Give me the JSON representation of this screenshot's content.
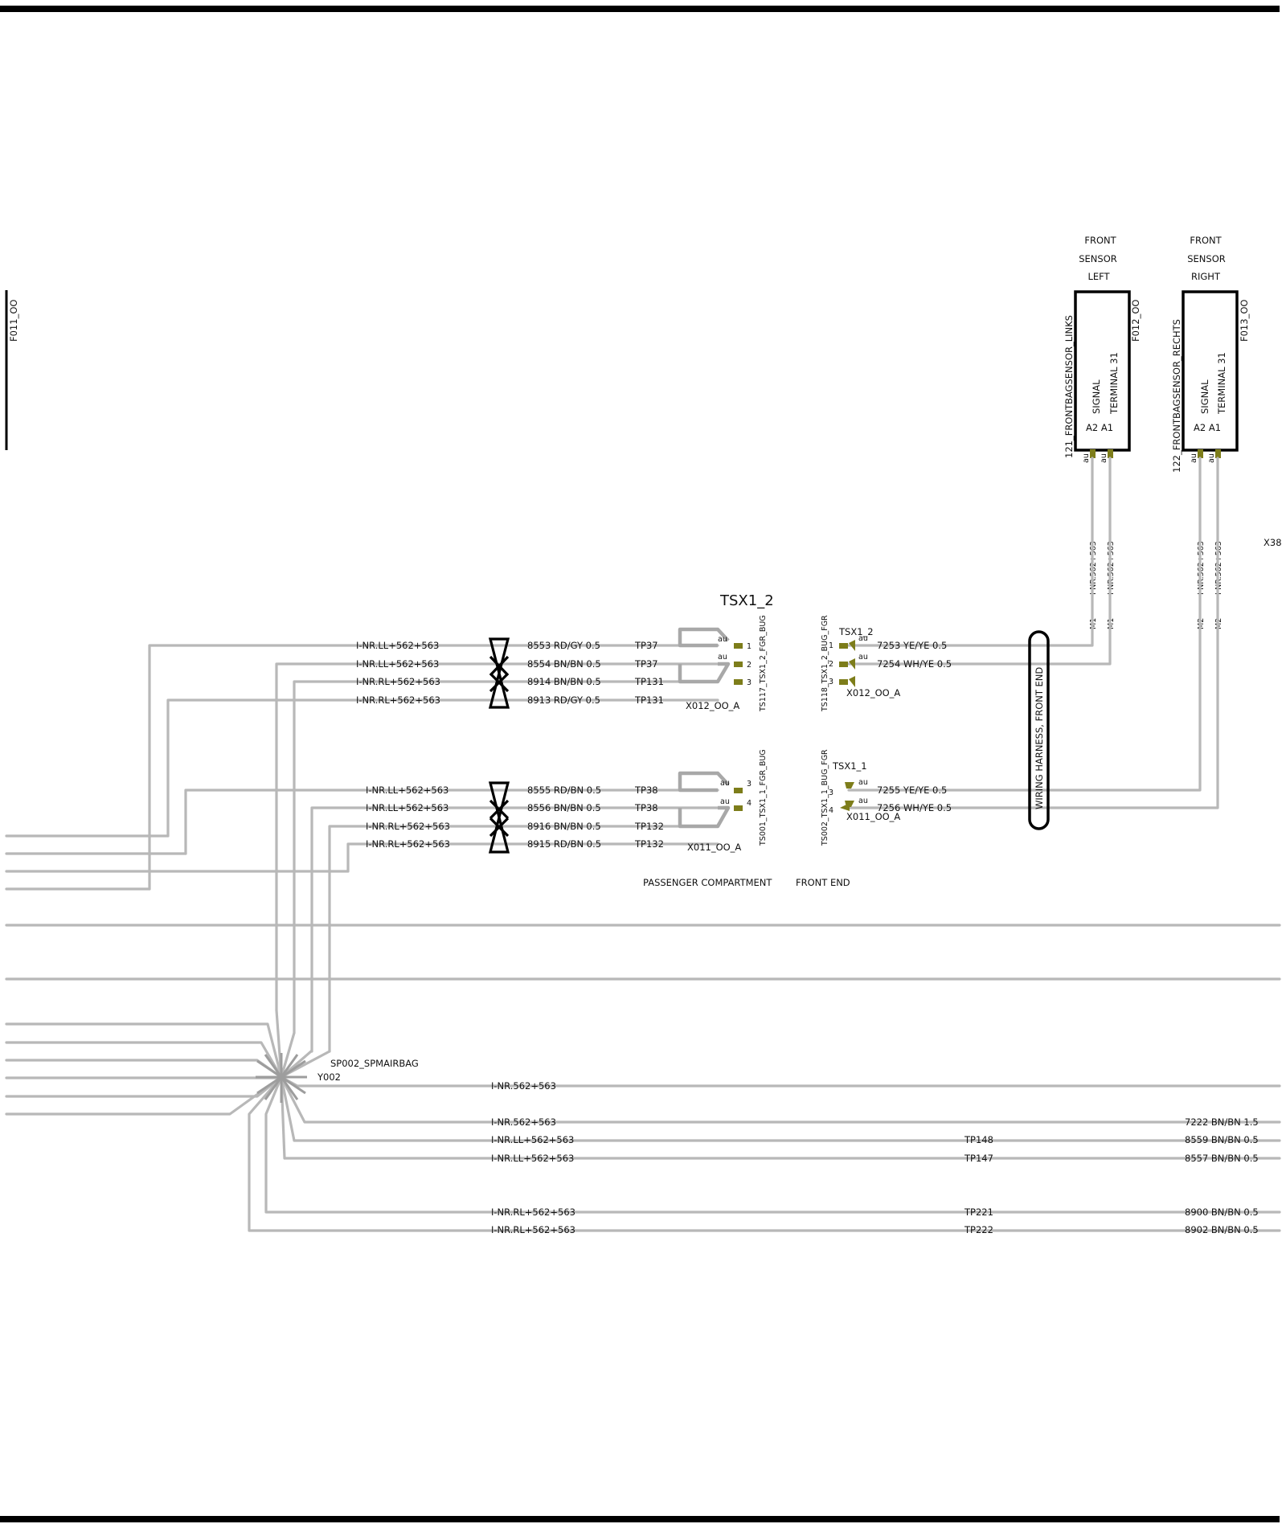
{
  "fuses": {
    "f011": "F011_OO",
    "f012": "F012_OO",
    "f013": "F013_OO"
  },
  "sensor_left": {
    "title": [
      "FRONT",
      "SENSOR",
      "LEFT"
    ],
    "part": "121_FRONTBAGSENSOR_LINKS",
    "pins_label": "A2 A1",
    "signal": "SIGNAL",
    "terminal": "TERMINAL 31",
    "au1": "au",
    "au2": "au",
    "wire_code1": "I-NR.562+563",
    "wire_code2": "I-NR.562+563",
    "m1": "M1",
    "m2": "M1"
  },
  "sensor_right": {
    "title": [
      "FRONT",
      "SENSOR",
      "RIGHT"
    ],
    "part": "122_FRONTBAGSENSOR_RECHTS",
    "pins_label": "A2 A1",
    "signal": "SIGNAL",
    "terminal": "TERMINAL 31",
    "au1": "au",
    "au2": "au",
    "wire_code1": "I-NR.562+563",
    "wire_code2": "I-NR.562+563",
    "m1": "M2",
    "m2": "M2"
  },
  "x38": "X38",
  "tsx1_2_title": "TSX1_2",
  "group_upper": {
    "rows": [
      {
        "code": "I-NR.LL+562+563",
        "wire": "8553 RD/GY 0.5",
        "tp": "TP37"
      },
      {
        "code": "I-NR.LL+562+563",
        "wire": "8554 BN/BN 0.5",
        "tp": "TP37"
      },
      {
        "code": "I-NR.RL+562+563",
        "wire": "8914 BN/BN 0.5",
        "tp": "TP131"
      },
      {
        "code": "I-NR.RL+562+563",
        "wire": "8913 RD/GY 0.5",
        "tp": "TP131"
      }
    ],
    "connector": "X012_OO_A",
    "ts_left": "TS117_TSX1_2_FGR_BUG",
    "ts_right": "TS118_TSX1_2_BUG_FGR",
    "pins": [
      "1",
      "2",
      "3"
    ],
    "au": [
      "au",
      "au"
    ],
    "right_title": "TSX1_2",
    "right_au": [
      "au",
      "au"
    ],
    "right_pins": [
      "1",
      "2",
      "3"
    ],
    "right_connector": "X012_OO_A",
    "right_wires": [
      "7253 YE/YE 0.5",
      "7254 WH/YE 0.5"
    ]
  },
  "group_lower": {
    "rows": [
      {
        "code": "I-NR.LL+562+563",
        "wire": "8555 RD/BN 0.5",
        "tp": "TP38"
      },
      {
        "code": "I-NR.LL+562+563",
        "wire": "8556 BN/BN 0.5",
        "tp": "TP38"
      },
      {
        "code": "I-NR.RL+562+563",
        "wire": "8916 BN/BN 0.5",
        "tp": "TP132"
      },
      {
        "code": "I-NR.RL+562+563",
        "wire": "8915 RD/BN 0.5",
        "tp": "TP132"
      }
    ],
    "connector": "X011_OO_A",
    "ts_left": "TS001_TSX1_1_FGR_BUG",
    "ts_right": "TS002_TSX1_1_BUG_FGR",
    "pins": [
      "3",
      "4"
    ],
    "au": [
      "au",
      "au"
    ],
    "right_title": "TSX1_1",
    "right_au": [
      "au",
      "au"
    ],
    "right_pins": [
      "3",
      "4"
    ],
    "right_connector": "X011_OO_A",
    "right_wires": [
      "7255 YE/YE 0.5",
      "7256 WH/YE 0.5"
    ]
  },
  "harness_label": "WIRING HARNESS, FRONT END",
  "zones": {
    "passenger": "PASSENGER COMPARTMENT",
    "front": "FRONT END"
  },
  "splice": {
    "name": "SP002_SPMAIRBAG",
    "id": "Y002"
  },
  "bottom_rows": [
    {
      "code": "I-NR.562+563",
      "tp": "",
      "wire": ""
    },
    {
      "code": "I-NR.562+563",
      "tp": "",
      "wire": "7222 BN/BN 1.5"
    },
    {
      "code": "I-NR.LL+562+563",
      "tp": "TP148",
      "wire": "8559 BN/BN 0.5"
    },
    {
      "code": "I-NR.LL+562+563",
      "tp": "TP147",
      "wire": "8557 BN/BN 0.5"
    },
    {
      "code": "I-NR.RL+562+563",
      "tp": "TP221",
      "wire": "8900 BN/BN 0.5"
    },
    {
      "code": "I-NR.RL+562+563",
      "tp": "TP222",
      "wire": "8902 BN/BN 0.5"
    }
  ],
  "colors": {
    "wire": "#b8b8b8",
    "pin": "#7d7d1a",
    "frame": "#000000"
  }
}
